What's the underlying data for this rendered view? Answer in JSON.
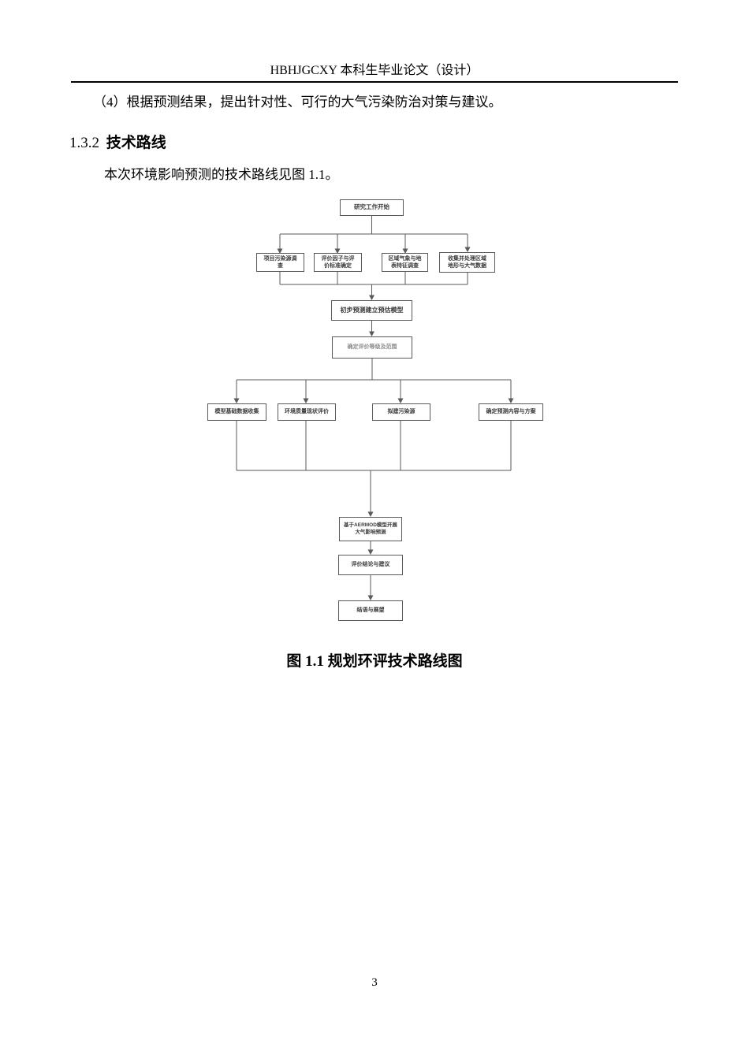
{
  "header": {
    "title": "HBHJGCXY 本科生毕业论文（设计）"
  },
  "body": {
    "paragraph_item4": "（4）根据预测结果，提出针对性、可行的大气污染防治对策与建议。",
    "section_heading": {
      "number": "1.3.2",
      "title": "技术路线"
    },
    "paragraph_intro": "本次环境影响预测的技术路线见图 1.1。"
  },
  "flowchart": {
    "nodes": {
      "start": "研究工作开始",
      "survey_pollution": "项目污染源调\n查",
      "factors_standards": "评价因子与评\n价标准确定",
      "meteorology_surface": "区域气象与地\n表特征调查",
      "collect_terrain": "收集并处理区域\n地形与大气数据",
      "preliminary_model": "初步预测建立预估模型",
      "grade_scope": "确定评价等级及范围",
      "base_data": "模型基础数据收集",
      "quality_status": "环境质量现状评价",
      "proposed_sources": "拟建污染源",
      "prediction_plan": "确定预测内容与方案",
      "aermod": "基于AERMOD模型开展\n大气影响预测",
      "conclusion": "评价结论与建议",
      "outlook": "结语与展望"
    }
  },
  "figure": {
    "caption": "图 1.1  规划环评技术路线图"
  },
  "footer": {
    "page_number": "3"
  },
  "colors": {
    "box_border": "#5a5a5a",
    "connector": "#5a5a5a",
    "box_text": "#3a3a3a",
    "faint_text": "#8c8c8c",
    "body_text": "#000000"
  }
}
